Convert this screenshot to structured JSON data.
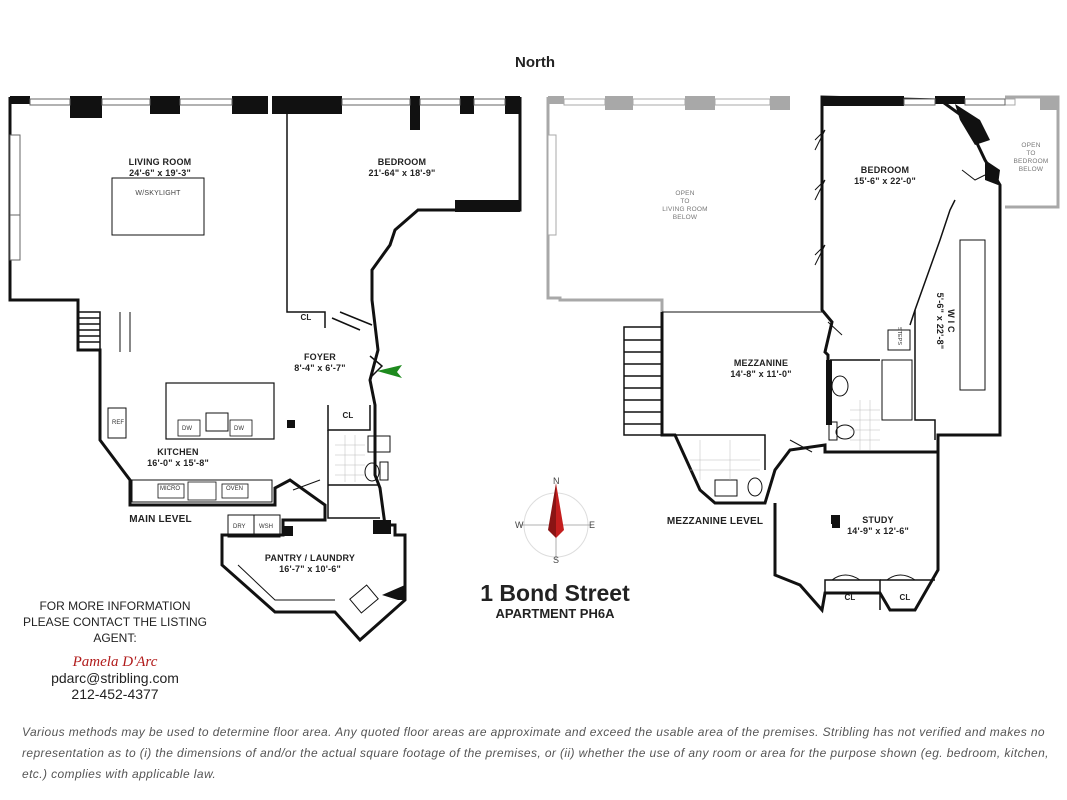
{
  "header": {
    "north": "North"
  },
  "main_level": {
    "title": "MAIN LEVEL",
    "rooms": [
      {
        "name": "LIVING ROOM",
        "dims": "24'-6\" x 19'-3\""
      },
      {
        "name": "BEDROOM",
        "dims": "21'-64\" x 18'-9\""
      },
      {
        "name": "FOYER",
        "dims": "8'-4\" x 6'-7\""
      },
      {
        "name": "KITCHEN",
        "dims": "16'-0\" x 15'-8\""
      },
      {
        "name": "PANTRY / LAUNDRY",
        "dims": "16'-7\" x 10'-6\""
      }
    ],
    "skylight": "W/SKYLIGHT",
    "closet": "CL",
    "fixtures": {
      "dw": "DW",
      "micro": "MICRO",
      "oven": "OVEN",
      "ref": "REF",
      "dry": "DRY",
      "wsh": "WSH"
    }
  },
  "mezzanine_level": {
    "title": "MEZZANINE LEVEL",
    "rooms": [
      {
        "name": "BEDROOM",
        "dims": "15'-6\" x 22'-0\""
      },
      {
        "name": "MEZZANINE",
        "dims": "14'-8\" x 11'-0\""
      },
      {
        "name": "STUDY",
        "dims": "14'-9\" x 12'-6\""
      },
      {
        "name": "W I C",
        "dims": "5'-6\" x 22'-8\""
      }
    ],
    "open_living": [
      "OPEN",
      "TO",
      "LIVING ROOM",
      "BELOW"
    ],
    "open_bedroom": [
      "OPEN",
      "TO",
      "BEDROOM",
      "BELOW"
    ],
    "closet": "CL",
    "steps": "STEPS"
  },
  "compass": {
    "n": "N",
    "s": "S",
    "e": "E",
    "w": "W"
  },
  "listing": {
    "address": "1 Bond Street",
    "unit": "APARTMENT PH6A"
  },
  "contact": {
    "line1": "FOR MORE INFORMATION",
    "line2": "PLEASE CONTACT THE LISTING AGENT:",
    "agent_name": "Pamela D'Arc",
    "email": "pdarc@stribling.com",
    "phone": "212-452-4377"
  },
  "disclaimer": "Various methods may be used to determine floor area. Any quoted floor areas are approximate and exceed the usable area of the premises. Stribling has not verified and makes no representation as to (i) the dimensions of and/or the actual square footage of the premises, or (ii) whether the use of any room or area for the purpose shown (eg. bedroom, kitchen, etc.) complies with applicable law.",
  "colors": {
    "wall": "#111111",
    "gray_wall": "#a8a8a8",
    "arrow": "#1e8a1e",
    "compass_red": "#c41e1e"
  }
}
